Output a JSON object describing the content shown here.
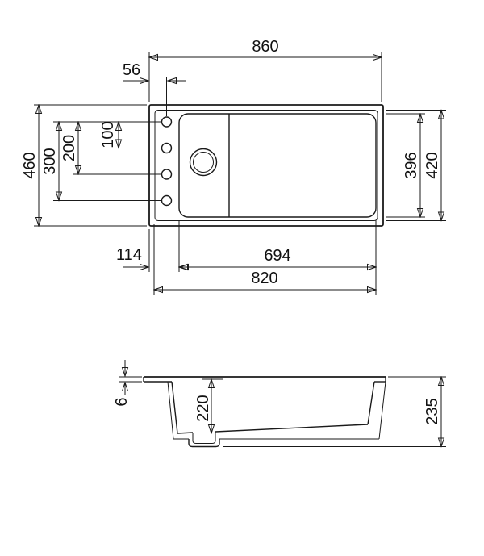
{
  "drawing": {
    "type": "technical-drawing",
    "subject": "kitchen-sink-dimension-drawing",
    "colors": {
      "background": "#ffffff",
      "line": "#1a1a1a",
      "text": "#111111"
    },
    "views": {
      "plan": {
        "overall_length": "860",
        "tap_hole_offset": "56",
        "overall_width": "460",
        "tap_hole_pitch_3": "300",
        "tap_hole_pitch_2": "200",
        "tap_hole_pitch_1": "100",
        "bowl_inner_width": "396",
        "rim_inner_width": "420",
        "bowl_left_offset": "114",
        "bowl_length": "694",
        "rim_inner_length": "820"
      },
      "section": {
        "rim_height": "6",
        "bowl_depth": "220",
        "overall_height": "235"
      }
    }
  }
}
